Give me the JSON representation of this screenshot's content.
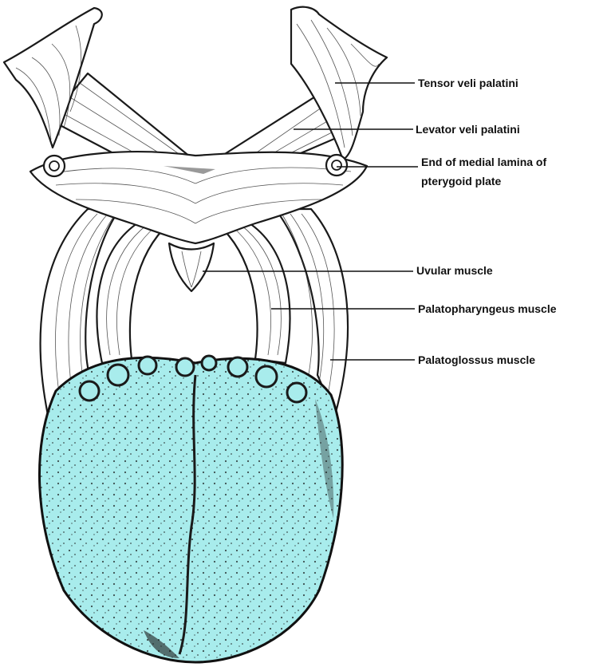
{
  "colors": {
    "tongue_fill": "#a8ecec",
    "outline": "#1a1a1a",
    "muscle_fill": "#ffffff"
  },
  "labels": {
    "tensor_veli_palatini": "Tensor veli palatini",
    "levator_veli_palatini": "Levator veli palatini",
    "end_of_medial_lamina_line1": "End of medial lamina of",
    "end_of_medial_lamina_line2": "pterygoid plate",
    "uvular_muscle": "Uvular muscle",
    "palatopharyngeus_muscle": "Palatopharyngeus muscle",
    "palatoglossus_muscle": "Palatoglossus muscle"
  }
}
